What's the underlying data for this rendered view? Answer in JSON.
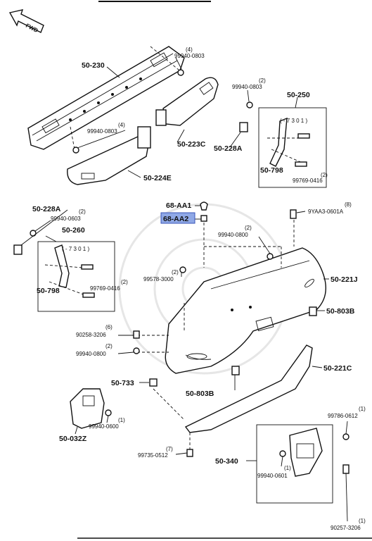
{
  "fwd": "FWD",
  "parts": {
    "p50_230": "50-230",
    "p99940_0803_a": "99940-0803",
    "q4_a": "(4)",
    "p99940_0803_b": "99940-0803",
    "q2_b": "(2)",
    "p50_250": "50-250",
    "p7301_a": "( - 7 3 0 1 )",
    "p99940_0803_c": "99940-0803",
    "q4_c": "(4)",
    "p50_223c": "50-223C",
    "p50_228a_top": "50-228A",
    "p50_798_top": "50-798",
    "p99769_0416_top": "99769-0416",
    "q2_top": "(2)",
    "p50_224e": "50-224E",
    "p68_aa1": "68-AA1",
    "p68_aa2": "68-AA2",
    "p9yaa3": "9YAA3-0601A",
    "q8": "(8)",
    "p50_228a_left": "50-228A",
    "p99940_0603": "99940-0603",
    "q2_0603": "(2)",
    "p50_260": "50-260",
    "p7301_b": "( - 7 3 0 1 )",
    "p50_798_left": "50-798",
    "p99769_0416_left": "99769-0416",
    "q2_left": "(2)",
    "p99940_0800_top": "99940-0800",
    "q2_0800_top": "(2)",
    "p99578_3000": "99578-3000",
    "q2_99578": "(2)",
    "p50_221j": "50-221J",
    "p50_803b_right": "50-803B",
    "p90258_3206": "90258-3206",
    "q6": "(6)",
    "p99940_0800_left": "99940-0800",
    "q2_0800_left": "(2)",
    "p50_221c": "50-221C",
    "p50_733": "50-733",
    "p50_803b_bottom": "50-803B",
    "p50_032z": "50-032Z",
    "p99940_0600": "99940-0600",
    "q1_0600": "(1)",
    "p99786_0612": "99786-0612",
    "q1_99786": "(1)",
    "p99735_0512": "99735-0512",
    "q7": "(7)",
    "p50_340": "50-340",
    "p99940_0601": "99940-0601",
    "q1_0601": "(1)",
    "p90257_3206": "90257-3206",
    "q1_90257": "(1)"
  },
  "colors": {
    "highlight": "#8fa8e6",
    "ink": "#111111"
  }
}
